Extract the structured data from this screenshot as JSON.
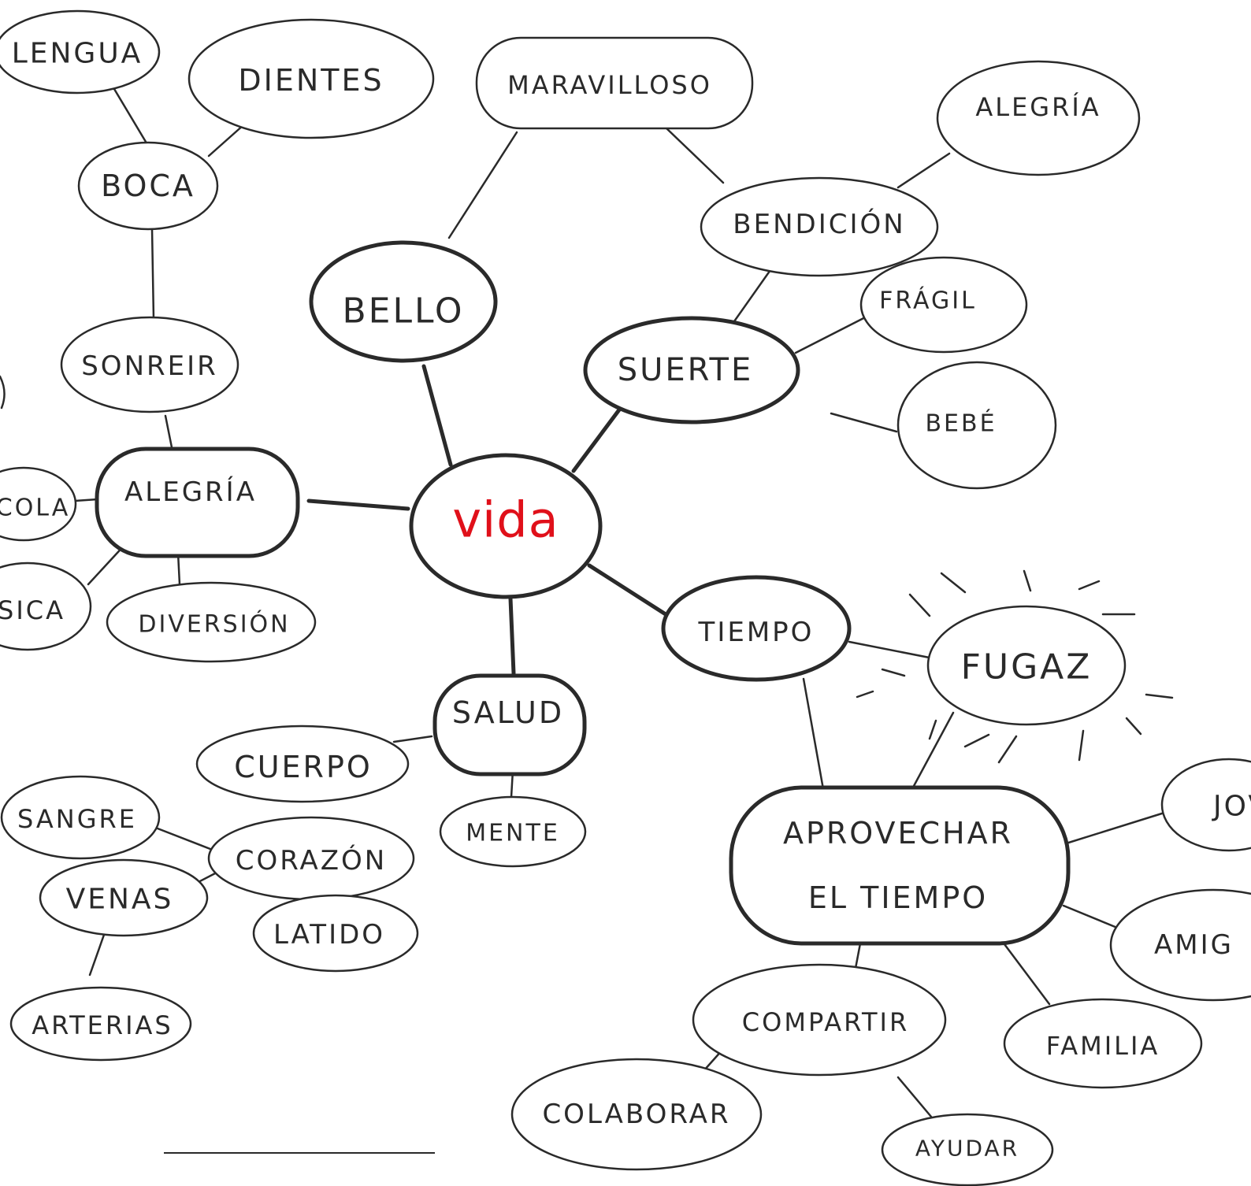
{
  "colors": {
    "ink": "#2a2a2a",
    "center": "#e0101a",
    "background": "#ffffff"
  },
  "center": {
    "label": "vida"
  },
  "nodes": {
    "lengua": "LENGUA",
    "dientes": "DIENTES",
    "boca": "BOCA",
    "sonreir": "SONREIR",
    "alegria_left": "ALEGRÍA",
    "cola": "COLA",
    "musica": "SICA",
    "diversion": "DIVERSIÓN",
    "bello": "BELLO",
    "maravilloso": "MARAVILLOSO",
    "alegria_right": "ALEGRÍA",
    "bendicion": "BENDICIÓN",
    "fragil": "FRÁGIL",
    "suerte": "SUERTE",
    "bebe": "BEBÉ",
    "tiempo": "TIEMPO",
    "fugaz": "FUGAZ",
    "aprovechar_line1": "APROVECHAR",
    "aprovechar_line2": "EL TIEMPO",
    "jov": "JOV",
    "amig": "AMIG",
    "familia": "FAMILIA",
    "compartir": "COMPARTIR",
    "colaborar": "COLABORAR",
    "ayudar": "AYUDAR",
    "salud": "SALUD",
    "mente": "MENTE",
    "cuerpo": "CUERPO",
    "corazon": "CORAZÓN",
    "sangre": "SANGRE",
    "venas": "VENAS",
    "latido": "LATIDO",
    "arterias": "ARTERIAS"
  }
}
